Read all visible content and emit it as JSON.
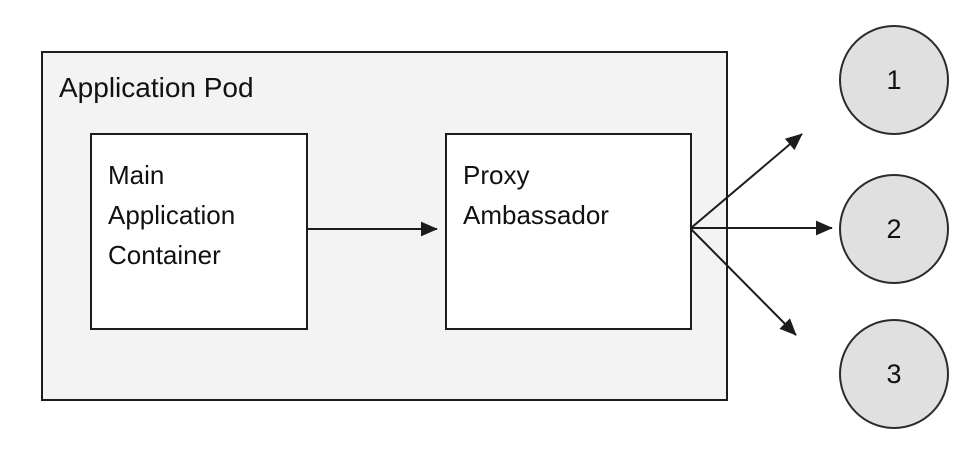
{
  "pod": {
    "label": "Application Pod"
  },
  "nodes": [
    {
      "label": "Main Application Container"
    },
    {
      "label": "Proxy Ambassador"
    }
  ],
  "endpoints": [
    {
      "label": "1"
    },
    {
      "label": "2"
    },
    {
      "label": "3"
    }
  ],
  "colors": {
    "pod_fill": "#f3f3f3",
    "node_fill": "#ffffff",
    "endpoint_fill": "#e0e0e0",
    "stroke": "#1c1c1c",
    "text": "#111111"
  }
}
